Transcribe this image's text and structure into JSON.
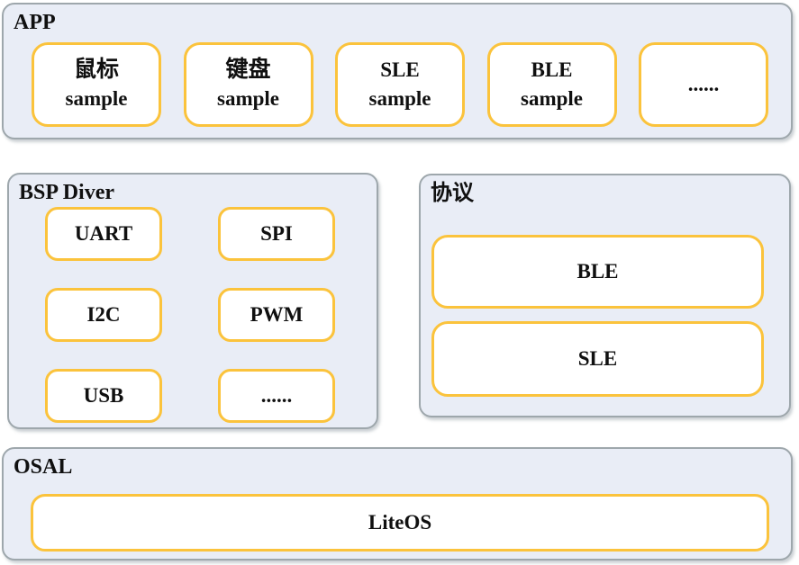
{
  "colors": {
    "page_bg": "#ffffff",
    "container_bg": "#e9edf6",
    "container_border": "#9ea7ac",
    "box_border": "#fbc33c",
    "box_bg": "#ffffff",
    "text": "#101010"
  },
  "sections": {
    "app": {
      "label": "APP",
      "boxes": [
        {
          "line1": "鼠标",
          "line2": "sample"
        },
        {
          "line1": "键盘",
          "line2": "sample"
        },
        {
          "line1": "SLE",
          "line2": "sample"
        },
        {
          "line1": "BLE",
          "line2": "sample"
        },
        {
          "line1": "......",
          "line2": ""
        }
      ]
    },
    "bsp": {
      "label": "BSP Diver",
      "boxes": [
        "UART",
        "SPI",
        "I2C",
        "PWM",
        "USB",
        "......"
      ]
    },
    "protocol": {
      "label": "协议",
      "boxes": [
        "BLE",
        "SLE"
      ]
    },
    "osal": {
      "label": "OSAL",
      "boxes": [
        "LiteOS"
      ]
    }
  }
}
